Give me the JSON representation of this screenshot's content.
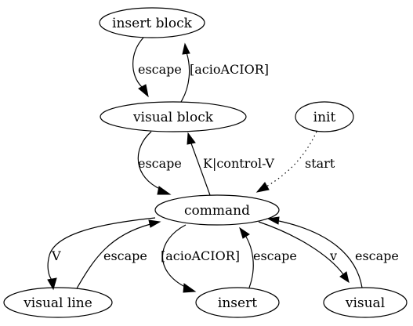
{
  "nodes": {
    "insert_block": "insert block",
    "visual_block": "visual block",
    "init": "init",
    "command": "command",
    "visual_line": "visual line",
    "insert": "insert",
    "visual": "visual"
  },
  "edges": {
    "insert_block_to_visual_block": "escape",
    "visual_block_to_insert_block": "[acioACIOR]",
    "visual_block_to_command": "escape",
    "command_to_visual_block": "K|control-V",
    "init_to_command": "start",
    "command_to_visual_line": "V",
    "visual_line_to_command": "escape",
    "command_to_insert": "[acioACIOR]",
    "insert_to_command": "escape",
    "command_to_visual": "v",
    "visual_to_command": "escape"
  }
}
